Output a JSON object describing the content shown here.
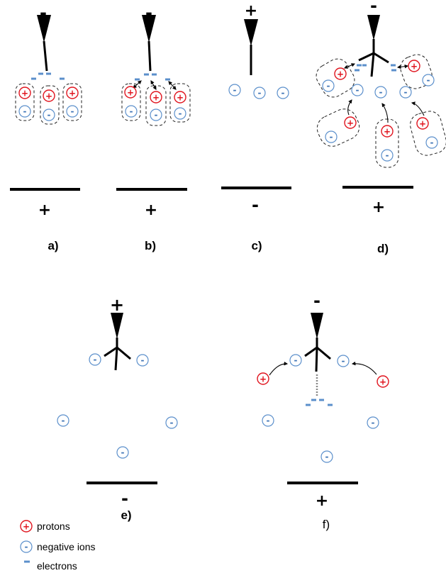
{
  "panels": {
    "a": {
      "label": "a)",
      "tip_sign": "-",
      "plate_sign": "+"
    },
    "b": {
      "label": "b)",
      "tip_sign": "-",
      "plate_sign": "+"
    },
    "c": {
      "label": "c)",
      "tip_sign": "+",
      "plate_sign": "-"
    },
    "d": {
      "label": "d)",
      "tip_sign": "-",
      "plate_sign": "+"
    },
    "e": {
      "label": "e)",
      "tip_sign": "+",
      "plate_sign": "-"
    },
    "f": {
      "label": "f)",
      "tip_sign": "-",
      "plate_sign": "+"
    }
  },
  "symbols": {
    "proton": "+",
    "negative_ion": "-"
  },
  "legend": {
    "protons": "protons",
    "negative_ions": "negative ions",
    "electrons": "electrons"
  },
  "colors": {
    "proton": "#e0141e",
    "negative_ion": "#5b8fcb",
    "electron": "#5b8fcb"
  }
}
